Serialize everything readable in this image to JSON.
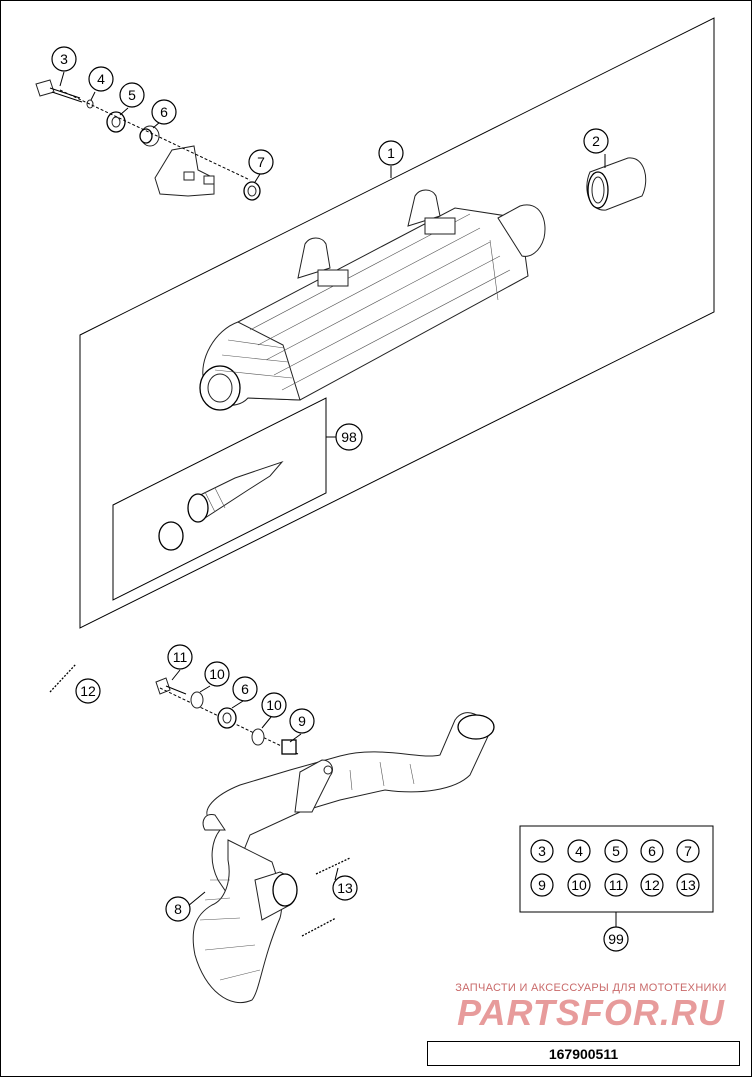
{
  "diagram": {
    "callouts": [
      "1",
      "2",
      "3",
      "4",
      "5",
      "6",
      "7",
      "8",
      "9",
      "10",
      "11",
      "12",
      "13",
      "98",
      "99"
    ],
    "lower_callouts": {
      "c11": "11",
      "c10a": "10",
      "c6": "6",
      "c10b": "10",
      "c9": "9",
      "c12": "12",
      "c8": "8",
      "c13": "13"
    },
    "kit_99_items_row1": [
      "3",
      "4",
      "5",
      "6",
      "7"
    ],
    "kit_99_items_row2": [
      "9",
      "10",
      "11",
      "12",
      "13"
    ],
    "kit_label": "99"
  },
  "watermark": {
    "subtitle": "ЗАПЧАСТИ И АКСЕССУАРЫ ДЛЯ МОТОТЕХНИКИ",
    "main": "PARTSFOR.RU"
  },
  "document": {
    "number": "167900511"
  }
}
